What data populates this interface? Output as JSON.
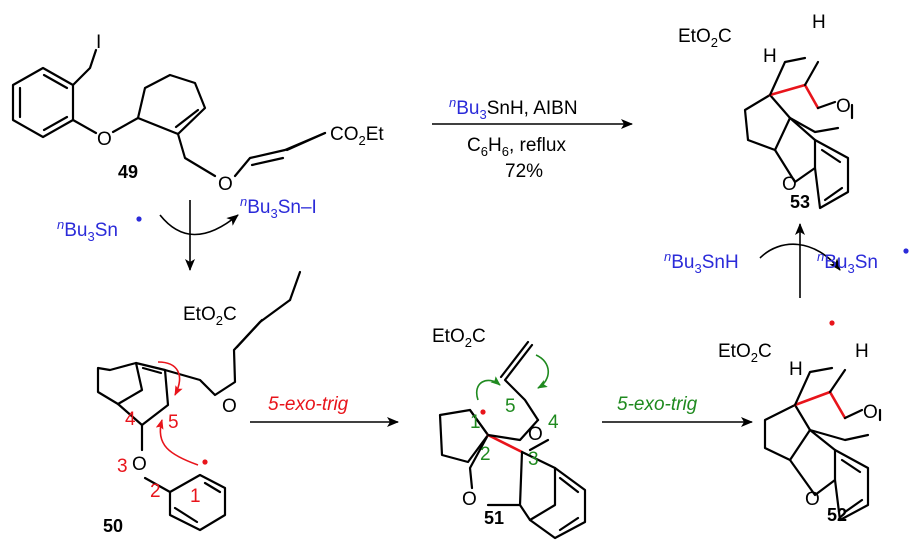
{
  "compounds": {
    "c49": {
      "number": "49",
      "iodo": "I",
      "ether_o": "O",
      "enol_o": "O",
      "ester": "CO",
      "ester_sub": "2",
      "ester_end": "Et"
    },
    "c50": {
      "number": "50",
      "ester": "EtO",
      "ester_sub": "2",
      "ester_end": "C",
      "ether_o": "O",
      "ring_o": "O",
      "loc_1": "1",
      "loc_2": "2",
      "loc_3": "3",
      "loc_4": "4",
      "loc_5": "5"
    },
    "c51": {
      "number": "51",
      "ester": "EtO",
      "ester_sub": "2",
      "ester_end": "C",
      "ether_o": "O",
      "furan_o": "O",
      "loc_1": "1",
      "loc_2": "2",
      "loc_3": "3",
      "loc_4": "4",
      "loc_5": "5"
    },
    "c52": {
      "number": "52",
      "ester": "EtO",
      "ester_sub": "2",
      "ester_end": "C",
      "thf_o": "O",
      "furan_o": "O",
      "h1": "H",
      "h2": "H"
    },
    "c53": {
      "number": "53",
      "ester": "EtO",
      "ester_sub": "2",
      "ester_end": "C",
      "thf_o": "O",
      "furan_o": "O",
      "h1": "H",
      "h2": "H"
    }
  },
  "conditions": {
    "reagent_sup": "n",
    "reagent_a": "Bu",
    "reagent_a_sub": "3",
    "reagent_a_end": "SnH, AIBN",
    "solvent_a": "C",
    "solvent_sub1": "6",
    "solvent_b": "H",
    "solvent_sub2": "6",
    "solvent_end": ", reflux",
    "yield": "72%"
  },
  "radical_steps": {
    "left_in": {
      "sup": "n",
      "a": "Bu",
      "sub": "3",
      "b": "Sn"
    },
    "left_out": {
      "sup": "n",
      "a": "Bu",
      "sub": "3",
      "b": "Sn–I"
    },
    "right_in": {
      "sup": "n",
      "a": "Bu",
      "sub": "3",
      "b": "SnH"
    },
    "right_out": {
      "sup": "n",
      "a": "Bu",
      "sub": "3",
      "b": "Sn"
    }
  },
  "cyclizations": {
    "first": "5-exo-trig",
    "second": "5-exo-trig"
  },
  "colors": {
    "red": "#e8141b",
    "green": "#1f8a1f",
    "blue": "#2b2bd9",
    "black": "#000000"
  }
}
